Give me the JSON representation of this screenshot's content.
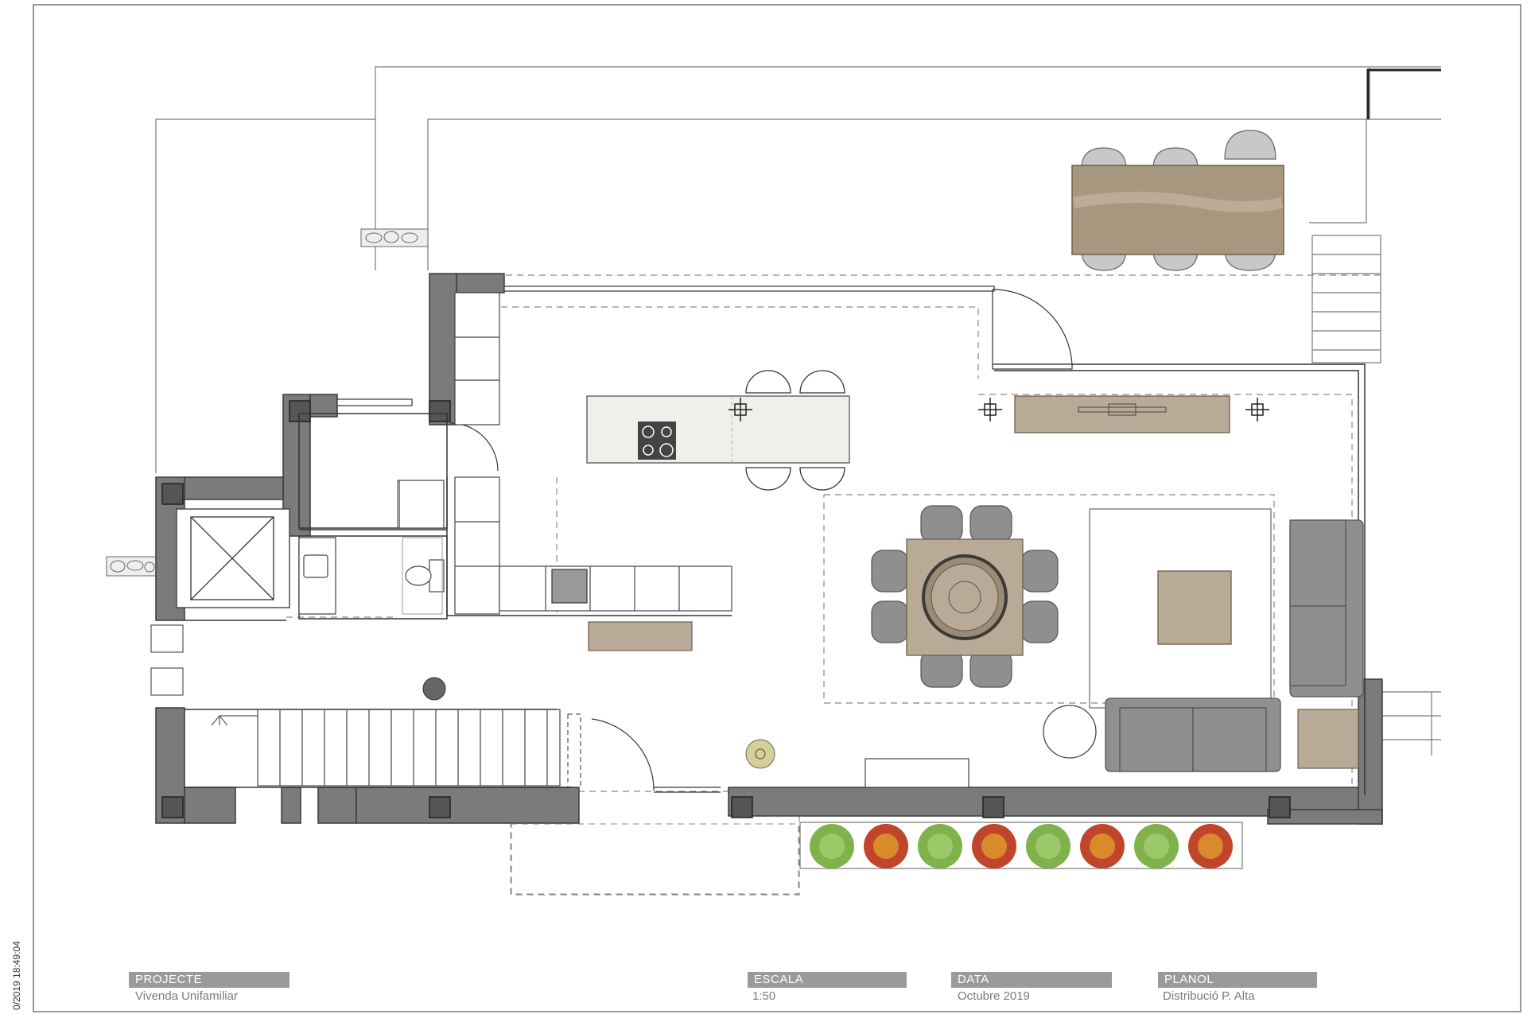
{
  "title_block": {
    "project": {
      "label": "PROJECTE",
      "value": "Vivenda Unifamiliar"
    },
    "scale": {
      "label": "ESCALA",
      "value": "1:50"
    },
    "date": {
      "label": "DATA",
      "value": "Octubre 2019"
    },
    "plan": {
      "label": "PLANOL",
      "value": "Distribució P. Alta"
    }
  },
  "print_stamp": "0/2019 18:49:04",
  "colors": {
    "wall": "#7b7b7b",
    "furniture_grey": "#8f8f8f",
    "wood": "#b9aa97",
    "wood_dark": "#9a8a76",
    "counter": "#f0efec",
    "plant_green": "#7fb24a",
    "plant_red": "#c0452a"
  },
  "icons": [
    "cooktop-icon",
    "plant-icon",
    "door-swing-icon",
    "stair-arrow-icon"
  ]
}
